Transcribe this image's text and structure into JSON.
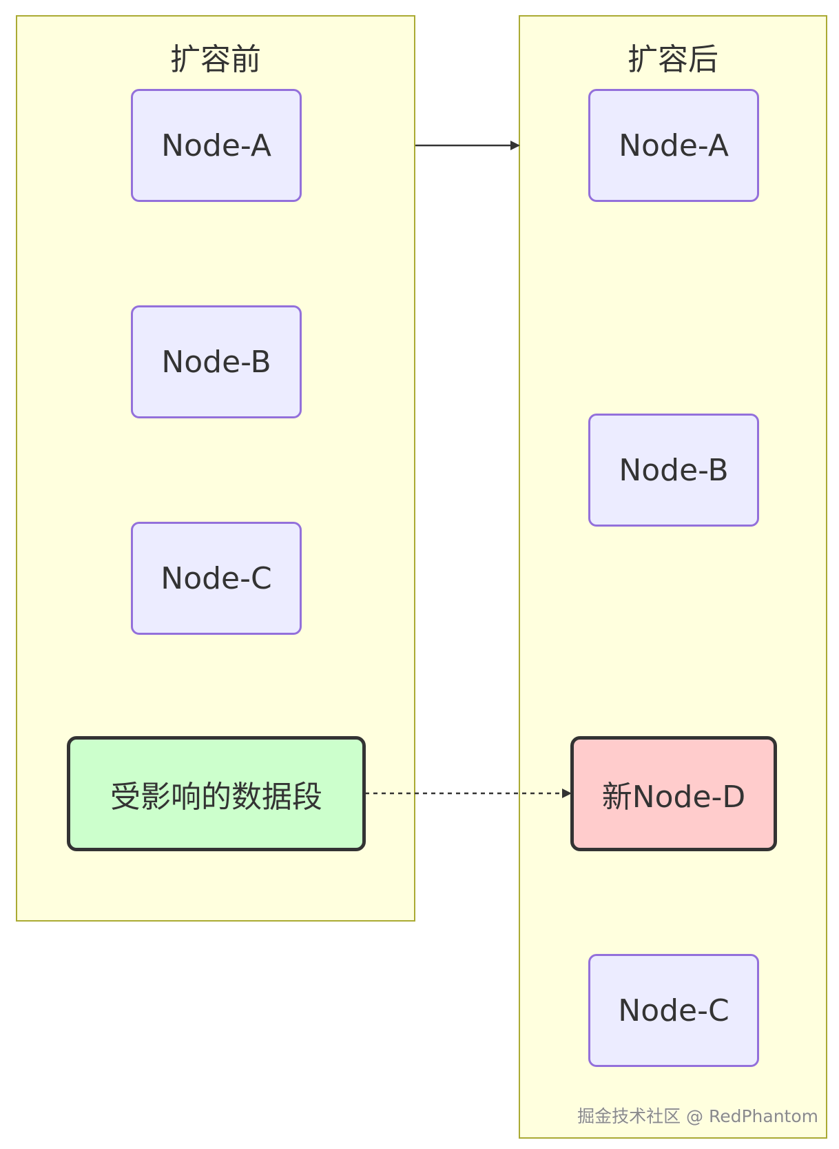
{
  "clusters": {
    "before": {
      "title": "扩容前"
    },
    "after": {
      "title": "扩容后"
    }
  },
  "nodes": {
    "before_a": "Node-A",
    "before_b": "Node-B",
    "before_c": "Node-C",
    "affected": "受影响的数据段",
    "after_a": "Node-A",
    "after_b": "Node-B",
    "after_d": "新Node-D",
    "after_c": "Node-C"
  },
  "watermark": "掘金技术社区 @ RedPhantom",
  "colors": {
    "cluster_fill": "#ffffde",
    "cluster_border": "#aaaa33",
    "node_fill": "#ececff",
    "node_border": "#9370db",
    "affected_fill": "#ccffcc",
    "new_node_fill": "#ffcccc",
    "edge": "#333333"
  }
}
